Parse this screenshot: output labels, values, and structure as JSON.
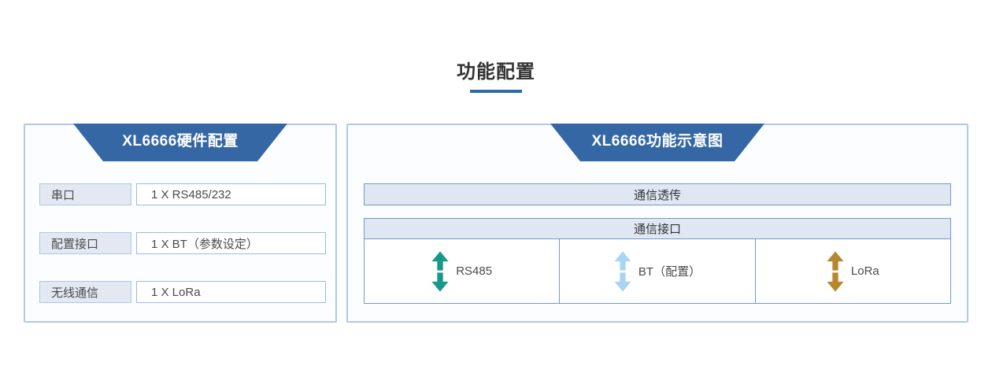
{
  "page": {
    "title": "功能配置"
  },
  "colors": {
    "title-text": "#333333",
    "underline-blue": "#2E6BAD",
    "header-blue": "#3467A4",
    "panel-border": "#ADC9EB",
    "panel-bg": "#FCFDFF",
    "bar-fill": "#DFE7F3",
    "bar-border": "#7497CE",
    "label-fill": "#E3E8F2",
    "label-border": "#AFC6E8",
    "value-border": "#9DBADF",
    "row-text": "#4A4A4A"
  },
  "left_panel": {
    "title": "XL6666硬件配置",
    "rows": [
      {
        "label": "串口",
        "value": "1 X RS485/232"
      },
      {
        "label": "配置接口",
        "value": "1 X BT（参数设定）"
      },
      {
        "label": "无线通信",
        "value": "1 X LoRa"
      }
    ]
  },
  "right_panel": {
    "title": "XL6666功能示意图",
    "top_bar": "通信透传",
    "table_header": "通信接口",
    "interfaces": [
      {
        "label": "RS485",
        "arrow_color": "#14998C"
      },
      {
        "label": "BT（配置）",
        "arrow_color": "#A9D5F3"
      },
      {
        "label": "LoRa",
        "arrow_color": "#B6872C"
      }
    ]
  }
}
